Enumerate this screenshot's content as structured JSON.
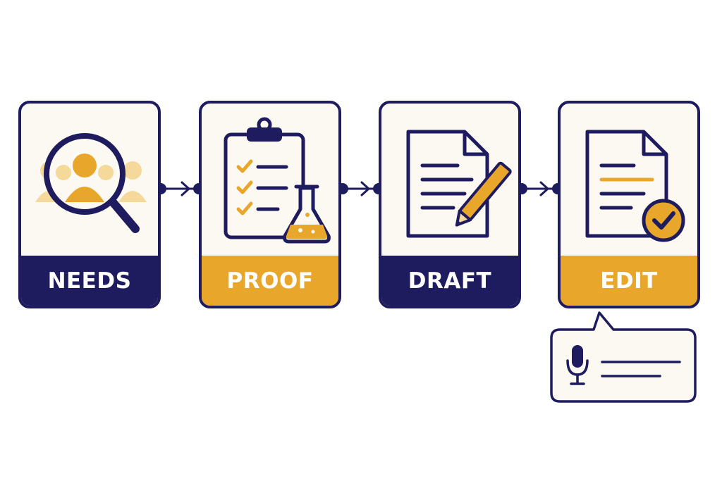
{
  "steps": [
    {
      "label": "NEEDS",
      "icon": "magnifier-users-icon",
      "band_color": "#1e1b5e"
    },
    {
      "label": "PROOF",
      "icon": "clipboard-flask-icon",
      "band_color": "#e8a72a"
    },
    {
      "label": "DRAFT",
      "icon": "document-pencil-icon",
      "band_color": "#1e1b5e"
    },
    {
      "label": "EDIT",
      "icon": "document-checkmark-icon",
      "band_color": "#e8a72a"
    }
  ],
  "comment_bubble": {
    "icon": "microphone-icon"
  },
  "colors": {
    "navy": "#1e1b5e",
    "gold": "#e8a72a",
    "light_gold": "#f5d99a",
    "card_bg": "#fbf9f1"
  }
}
